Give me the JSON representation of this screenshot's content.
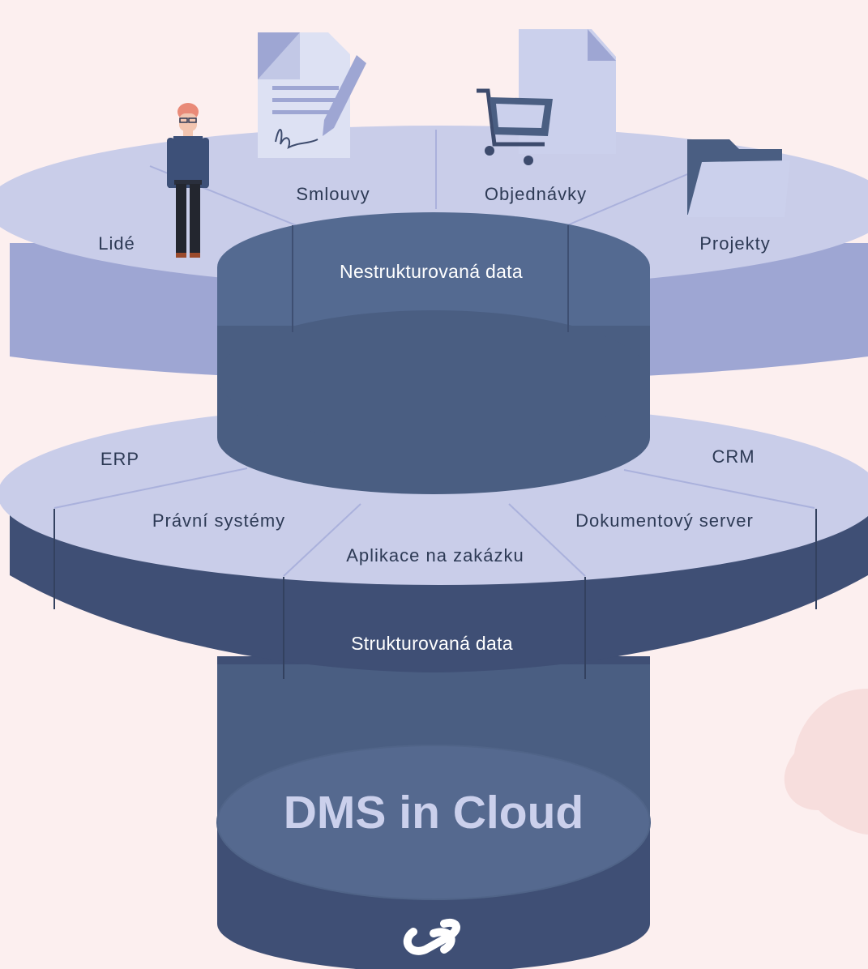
{
  "diagram": {
    "top_ring_labels": [
      "Lidé",
      "Smlouvy",
      "Objednávky",
      "Projekty"
    ],
    "top_cylinder_label": "Nestrukturovaná data",
    "bottom_ring_labels": [
      "ERP",
      "Právní systémy",
      "Aplikace na zakázku",
      "Dokumentový server",
      "CRM"
    ],
    "bottom_ring_label": "Strukturovaná data",
    "base_title": "DMS in Cloud",
    "logo_icon": "chain-link-icon"
  },
  "colors": {
    "background": "#fcefef",
    "ring_top": "#c9cde9",
    "ring_side": "#9ea6d3",
    "cylinder": "#4a5e82",
    "cylinder_dark": "#3f4f75",
    "title": "#cbd0ec"
  }
}
